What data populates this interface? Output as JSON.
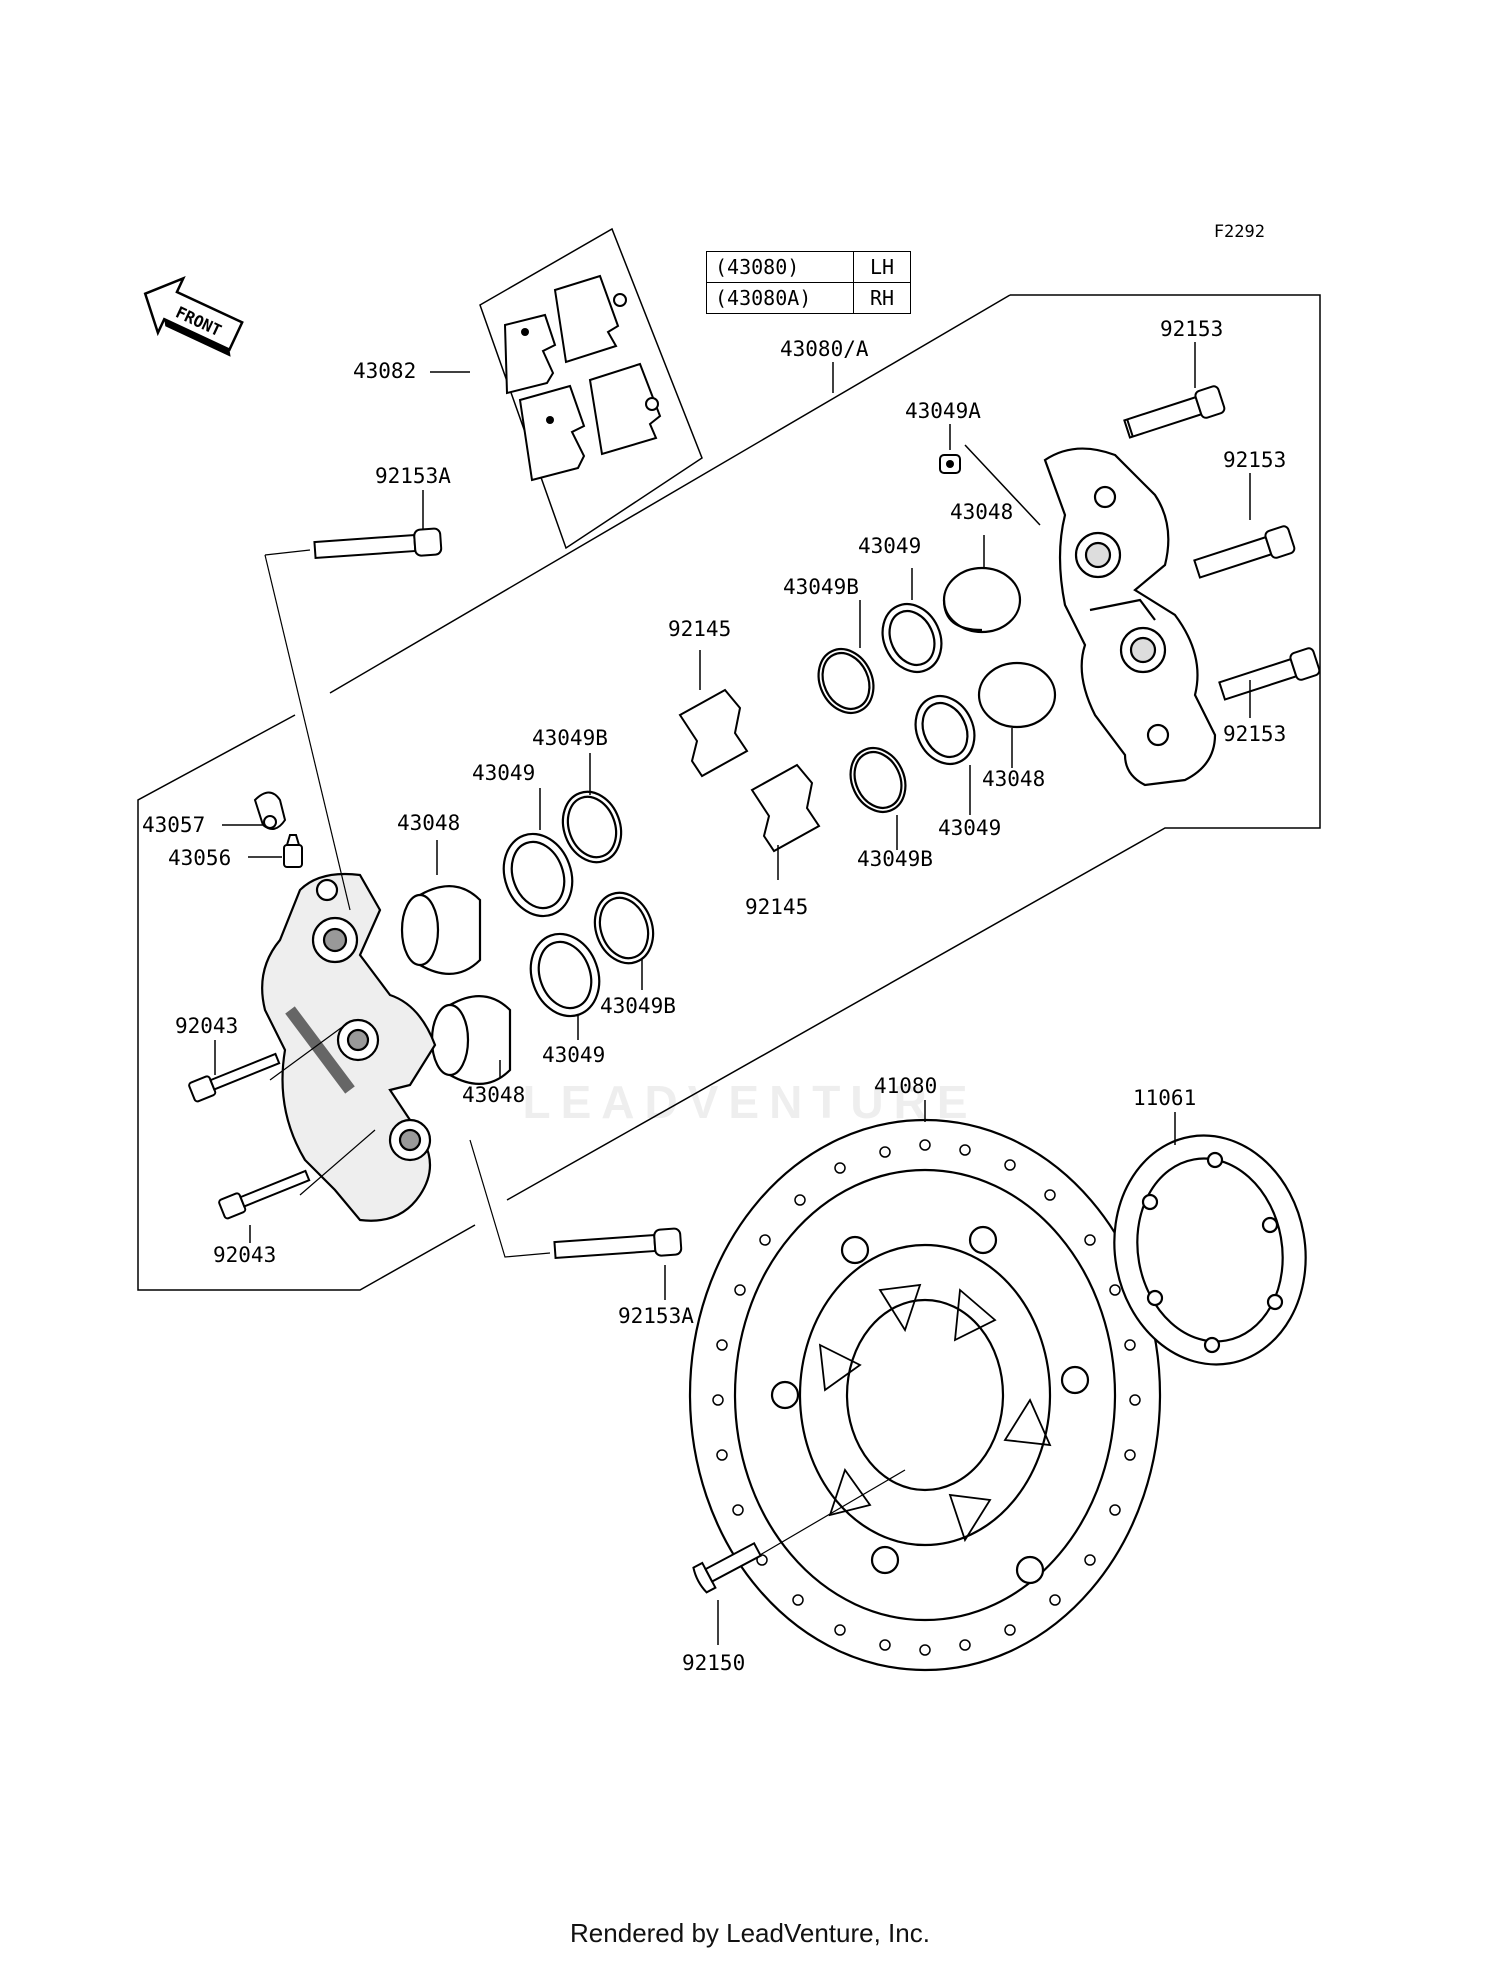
{
  "diagram_code": "F2292",
  "footer": "Rendered by LeadVenture, Inc.",
  "watermark": "LEADVENTURE",
  "front_arrow": "FRONT",
  "legend": [
    {
      "part": "(43080)",
      "side": "LH"
    },
    {
      "part": "(43080A)",
      "side": "RH"
    }
  ],
  "labels": {
    "l43082": "43082",
    "l92153A_top": "92153A",
    "l43080A": "43080/A",
    "l43049A": "43049A",
    "l92153_1": "92153",
    "l92153_2": "92153",
    "l92153_3": "92153",
    "l43048_r1": "43048",
    "l43049_r1": "43049",
    "l43049B_r1": "43049B",
    "l92145_top": "92145",
    "l43048_r2": "43048",
    "l43049_r2": "43049",
    "l43049B_r2": "43049B",
    "l92145_bot": "92145",
    "l43049B_l1": "43049B",
    "l43049_l1": "43049",
    "l43048_l1": "43048",
    "l43057": "43057",
    "l43056": "43056",
    "l92043_1": "92043",
    "l43049B_l2": "43049B",
    "l43049_l2": "43049",
    "l43048_l2": "43048",
    "l92043_2": "92043",
    "l92153A_bot": "92153A",
    "l41080": "41080",
    "l11061": "11061",
    "l92150": "92150"
  },
  "colors": {
    "line": "#000000",
    "fill": "#ffffff",
    "shade": "#cfcfcf",
    "dark": "#555555"
  }
}
